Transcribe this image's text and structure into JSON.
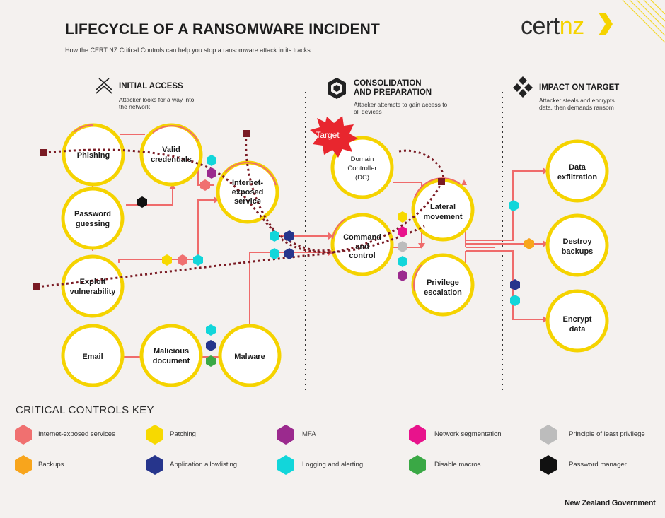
{
  "title": "LIFECYCLE OF A RANSOMWARE INCIDENT",
  "subtitle": "How the CERT NZ Critical Controls can help you stop a ransomware attack in its tracks.",
  "logo": {
    "part1": "cert",
    "part2": "nz"
  },
  "sections": {
    "initial": {
      "title": "INITIAL ACCESS",
      "desc1": "Attacker looks for a way into",
      "desc2": "the network"
    },
    "consolidation": {
      "title1": "CONSOLIDATION",
      "title2": "AND PREPARATION",
      "desc1": "Attacker attempts to gain access to",
      "desc2": "all devices"
    },
    "impact": {
      "title": "IMPACT ON TARGET",
      "desc1": "Attacker steals and encrypts",
      "desc2": "data, then demands ransom"
    }
  },
  "target_label": "Target",
  "nodes": {
    "phishing": [
      "Phishing"
    ],
    "valid_credentials": [
      "Valid",
      "credentials"
    ],
    "password_guessing": [
      "Password",
      "guessing"
    ],
    "internet_exposed": [
      "Internet-",
      "exposed",
      "service"
    ],
    "exploit": [
      "Exploit",
      "vulnerability"
    ],
    "email": [
      "Email"
    ],
    "malicious_doc": [
      "Malicious",
      "document"
    ],
    "malware": [
      "Malware"
    ],
    "domain_controller": [
      "Domain",
      "Controller",
      "(DC)"
    ],
    "command_control": [
      "Command",
      "and",
      "control"
    ],
    "lateral": [
      "Lateral",
      "movement"
    ],
    "privilege": [
      "Privilege",
      "escalation"
    ],
    "exfiltration": [
      "Data",
      "exfiltration"
    ],
    "destroy": [
      "Destroy",
      "backups"
    ],
    "encrypt": [
      "Encrypt",
      "data"
    ]
  },
  "key": {
    "title": "CRITICAL CONTROLS KEY",
    "items": [
      {
        "label": "Internet-exposed services",
        "color": "#f07070"
      },
      {
        "label": "Patching",
        "color": "#f7d900"
      },
      {
        "label": "MFA",
        "color": "#9b2a8e"
      },
      {
        "label": "Network segmentation",
        "color": "#e8138c"
      },
      {
        "label": "Principle of least privilege",
        "color": "#bcbcbc"
      },
      {
        "label": "Backups",
        "color": "#f8a51c"
      },
      {
        "label": "Application allowlisting",
        "color": "#26358c"
      },
      {
        "label": "Logging and alerting",
        "color": "#12d6da"
      },
      {
        "label": "Disable macros",
        "color": "#3aa845"
      },
      {
        "label": "Password manager",
        "color": "#111111"
      }
    ]
  },
  "footer": "New Zealand Government"
}
